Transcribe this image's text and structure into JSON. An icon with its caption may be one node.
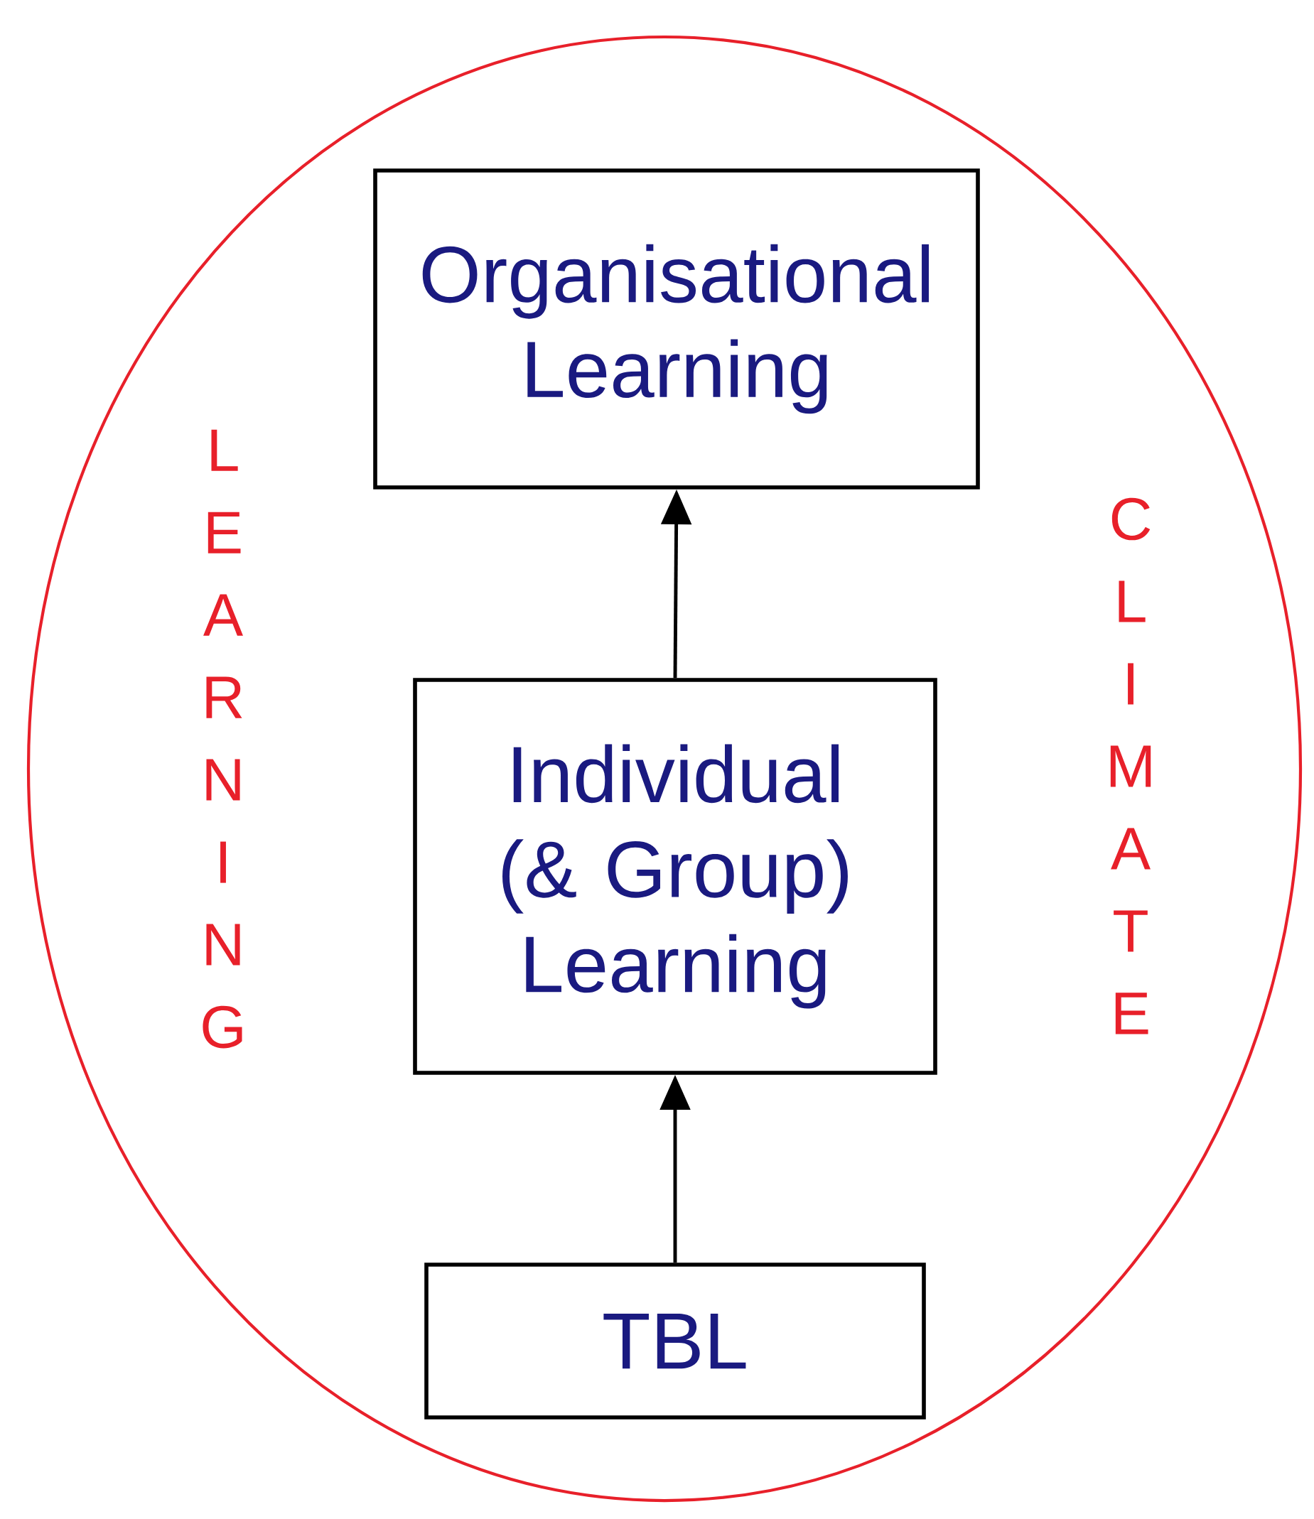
{
  "diagram": {
    "nodes": [
      {
        "text": [
          "LEARNING",
          "CLIMATE"
        ]
      },
      {
        "text": [
          "Organisational Learning"
        ]
      },
      {
        "text": [
          "Individual (& Group) Learning"
        ]
      },
      {
        "text": [
          "TBL"
        ]
      }
    ],
    "edges": [
      {
        "from": 3,
        "to": 2,
        "arrow": "to"
      },
      {
        "from": 2,
        "to": 1,
        "arrow": "to"
      }
    ]
  }
}
